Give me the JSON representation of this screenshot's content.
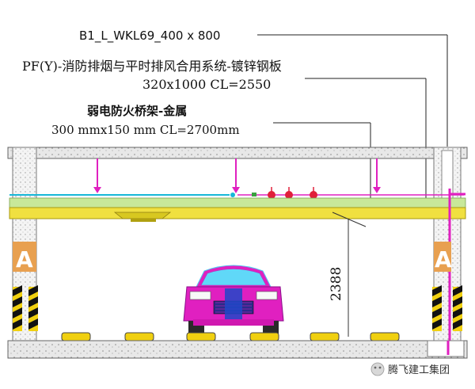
{
  "labels": {
    "beam": "B1_L_WKL69_400 x 800",
    "duct_name": "PF(Y)-消防排烟与平时排风合用系统-镀锌钢板",
    "duct_size": "320x1000 CL=2550",
    "tray_name": "弱电防火桥架-金属",
    "tray_size": "300 mmx150 mm   CL=2700mm",
    "clear_height": "2388",
    "column_mark_left": "A",
    "column_mark_right": "A",
    "watermark": "腾飞建工集团"
  },
  "colors": {
    "duct_fill": "#f0e040",
    "ceiling_green": "#c8e89a",
    "accent_magenta": "#e020c0",
    "sprinkler_red": "#e0203a",
    "pipe_cyan": "#18b8d8",
    "column_tan": "#e8a050"
  }
}
